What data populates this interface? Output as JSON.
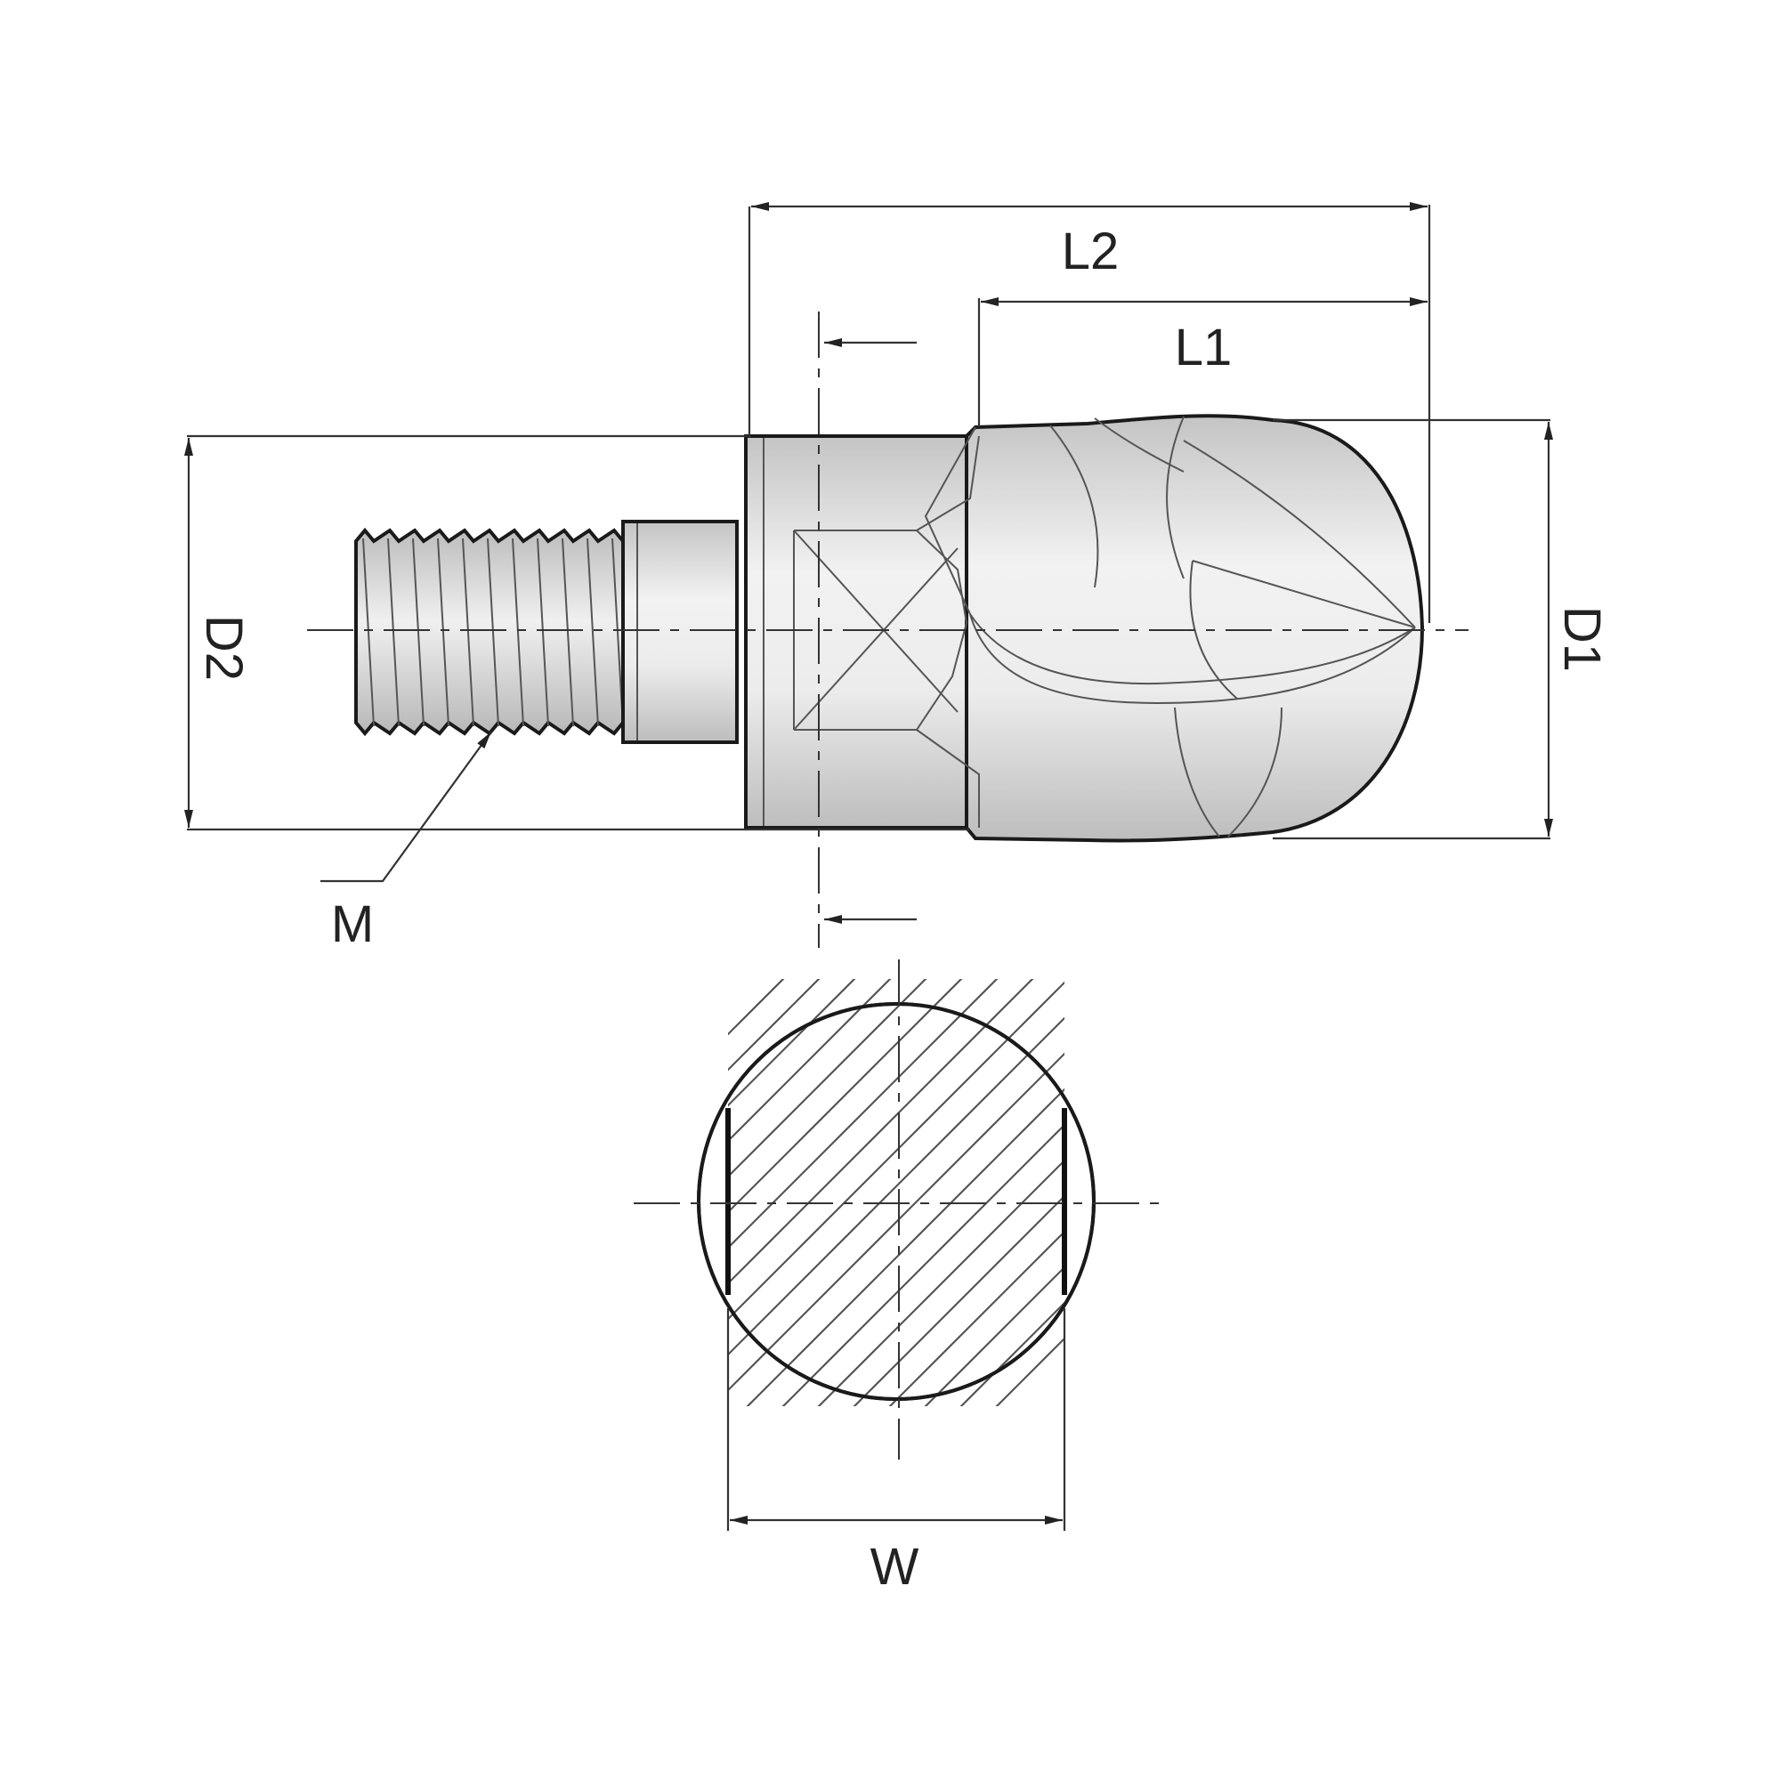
{
  "labels": {
    "l2": "L2",
    "l1": "L1",
    "d2": "D2",
    "d1": "D1",
    "m": "M",
    "w": "W"
  }
}
